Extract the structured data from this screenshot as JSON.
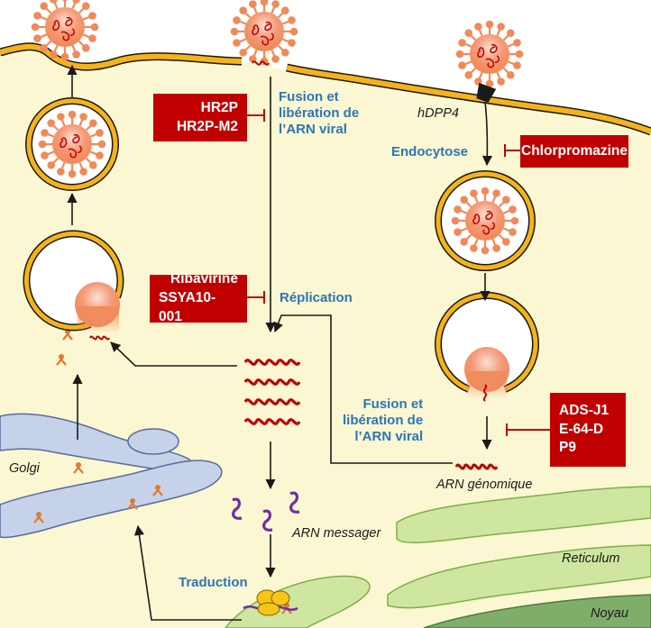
{
  "labels": {
    "fusion_top": [
      "Fusion et",
      "libération de",
      "l’ARN viral"
    ],
    "fusion_right": [
      "Fusion et",
      "libération de",
      "l’ARN viral"
    ],
    "endocytose": "Endocytose",
    "replication": "Réplication",
    "traduction": "Traduction",
    "hdpp4": "hDPP4",
    "golgi": "Golgi",
    "arn_messager": "ARN messager",
    "arn_genomique": "ARN génomique",
    "reticulum": "Reticulum",
    "noyau": "Noyau"
  },
  "inhibitors": {
    "hr2p": [
      "HR2P",
      "HR2P-M2"
    ],
    "chlorpromazine": [
      "Chlorpromazine"
    ],
    "ribavirine": [
      "Ribavirine",
      "SSYA10-001"
    ],
    "ads": [
      "ADS-J1",
      "E-64-D",
      "P9"
    ]
  },
  "colors": {
    "cytoplasm": "#fbf7d2",
    "membrane": "#f5b31a",
    "membrane_edge": "#1a1a1a",
    "virus_body": "#f08a5a",
    "virus_spike": "#f08a5a",
    "rna": "#c00000",
    "mrna": "#7030a0",
    "golgi": "#c6d2ea",
    "reticulum": "#cfe6a0",
    "noyau": "#7fae6a",
    "inhibitor_bg": "#c00000",
    "label_blue": "#2e75b6"
  },
  "icons": [
    "virus-icon",
    "hdpp4-receptor-icon",
    "ribosome-icon",
    "protein-icon"
  ]
}
